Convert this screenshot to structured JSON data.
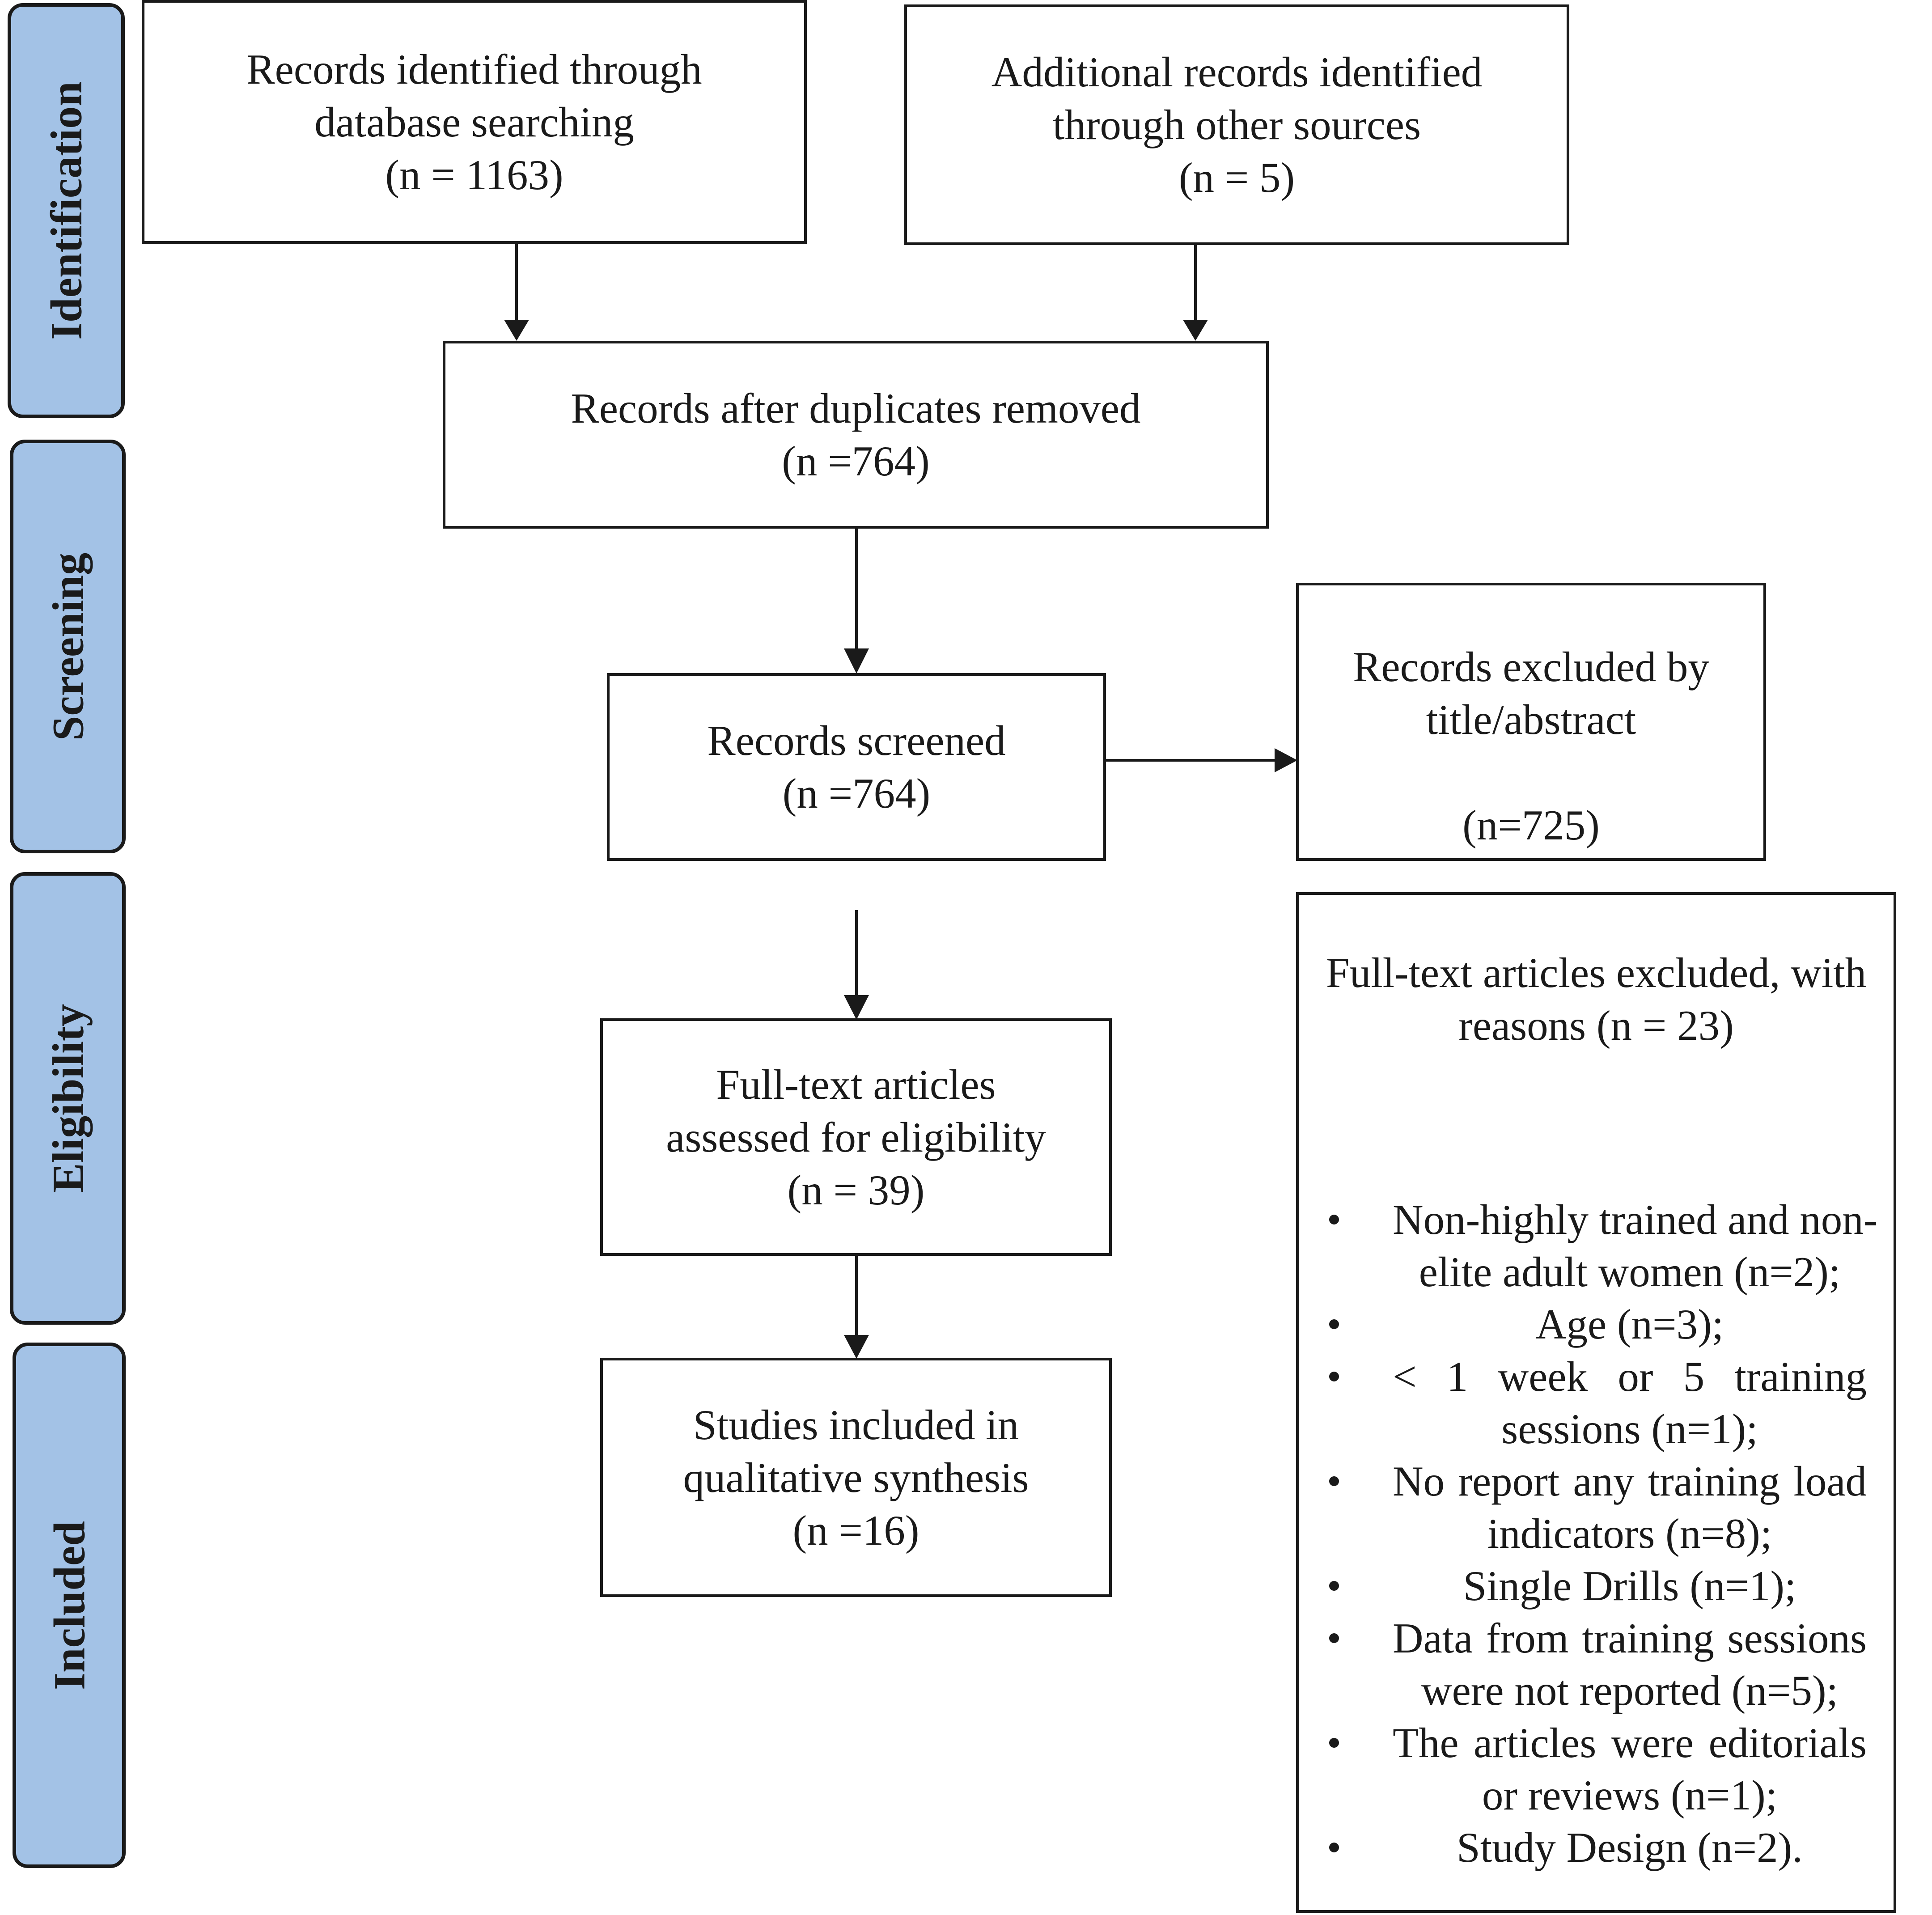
{
  "phases": {
    "identification": "Identification",
    "screening": "Screening",
    "eligibility": "Eligibility",
    "included": "Included"
  },
  "boxes": {
    "database": {
      "lines": [
        "Records identified through",
        "database searching",
        "(n = 1163)"
      ]
    },
    "other_sources": {
      "lines": [
        "Additional records identified",
        "through other sources",
        "(n = 5)"
      ]
    },
    "duplicates_removed": {
      "lines": [
        "Records after duplicates removed",
        "(n =764)"
      ]
    },
    "screened": {
      "lines": [
        "Records screened",
        "(n =764)"
      ]
    },
    "excluded_title": {
      "lines": [
        "Records excluded by",
        "title/abstract",
        "(n=725)"
      ]
    },
    "full_text": {
      "lines": [
        "Full-text articles",
        "assessed for eligibility",
        "(n = 39)"
      ]
    },
    "included": {
      "lines": [
        "Studies included in",
        "qualitative synthesis",
        "(n =16)"
      ]
    }
  },
  "fulltext_excluded": {
    "title_lines": [
      "Full-text articles excluded, with",
      "reasons (n = 23)"
    ],
    "reasons": [
      [
        "Non-highly trained and non-",
        "elite adult women (n=2);"
      ],
      [
        "Age (n=3);"
      ],
      [
        "< 1 week or 5 training",
        "sessions (n=1);"
      ],
      [
        "No report any training load",
        "indicators (n=8);"
      ],
      [
        "Single Drills (n=1);"
      ],
      [
        "Data from training sessions",
        "were not reported (n=5);"
      ],
      [
        "The articles were editorials",
        "or reviews (n=1);"
      ],
      [
        "Study Design (n=2)."
      ]
    ]
  },
  "colors": {
    "phase_fill": "#a3c2e6",
    "stroke": "#1a1a1a",
    "box_fill": "#ffffff"
  }
}
